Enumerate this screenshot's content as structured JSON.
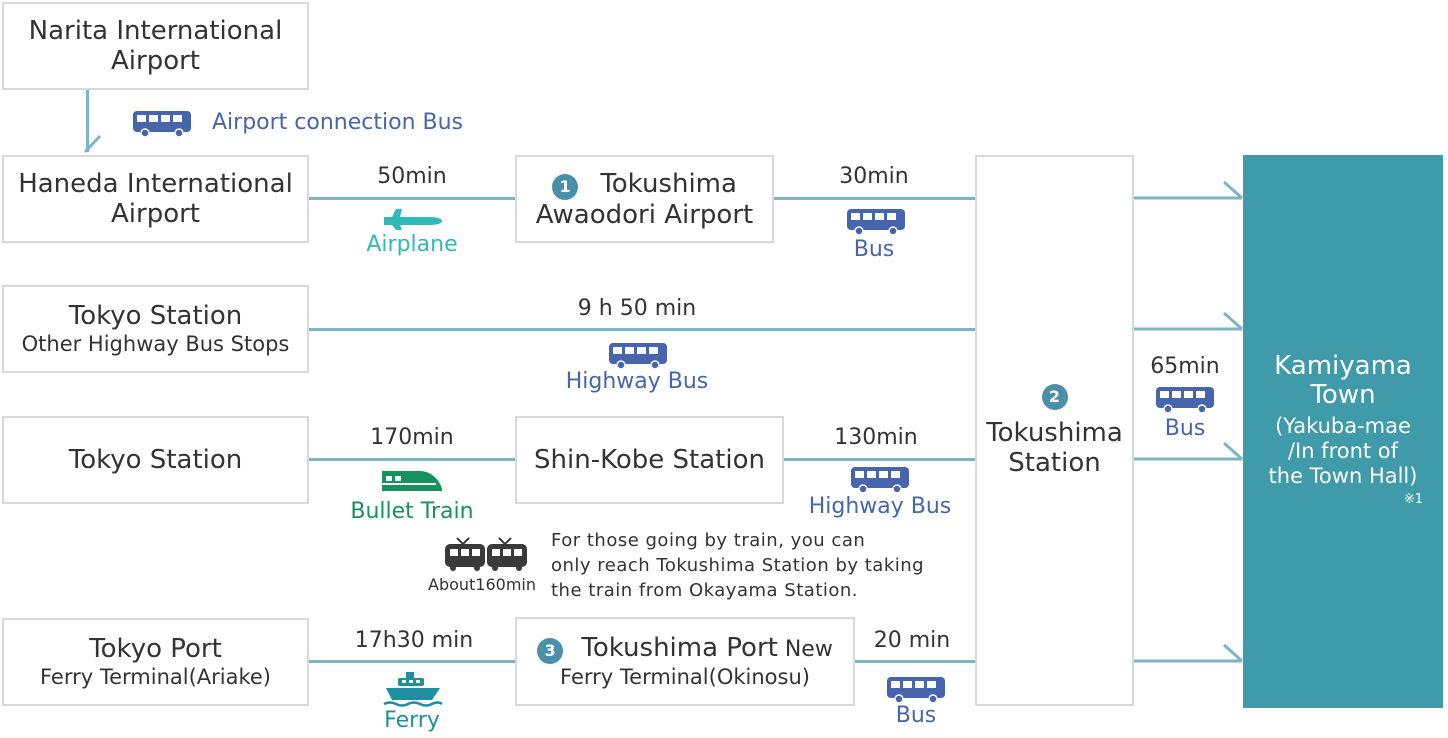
{
  "narita": {
    "line1": "Narita International",
    "line2": "Airport"
  },
  "airport_bus": "Airport connection Bus",
  "haneda": {
    "line1": "Haneda International",
    "line2": "Airport"
  },
  "tokushima_airport": {
    "number": "1",
    "line1": "Tokushima",
    "line2": "Awaodori Airport"
  },
  "tokyo_highway": {
    "line1": "Tokyo Station",
    "line2": "Other Highway Bus Stops"
  },
  "tokyo_station": {
    "label": "Tokyo Station"
  },
  "shin_kobe": {
    "label": "Shin-Kobe Station"
  },
  "tokyo_port": {
    "line1": "Tokyo Port",
    "line2": "Ferry Terminal(Ariake)"
  },
  "tokushima_port": {
    "number": "3",
    "line1a": "Tokushima Port",
    "line1b": " New",
    "line2": "Ferry Terminal(Okinosu)"
  },
  "tokushima_station": {
    "number": "2",
    "line1": "Tokushima",
    "line2": "Station"
  },
  "kamiyama": {
    "line1": "Kamiyama",
    "line2": "Town",
    "line3": "(Yakuba-mae",
    "line4": "/In front of",
    "line5": "the Town Hall)",
    "note": "※1"
  },
  "routes": {
    "haneda_air": {
      "duration": "50min",
      "mode": "Airplane"
    },
    "airport_bus": {
      "duration": "30min",
      "mode": "Bus"
    },
    "highway": {
      "duration": "9 h 50 min",
      "mode": "Highway Bus"
    },
    "bullet": {
      "duration": "170min",
      "mode": "Bullet Train"
    },
    "kobe_bus": {
      "duration": "130min",
      "mode": "Highway Bus"
    },
    "ferry": {
      "duration": "17h30 min",
      "mode": "Ferry"
    },
    "port_bus": {
      "duration": "20 min",
      "mode": "Bus"
    },
    "station_bus": {
      "duration": "65min",
      "mode": "Bus"
    }
  },
  "train_note": {
    "duration": "About160min",
    "line1": "For those going by train, you can",
    "line2": "only reach Tokushima Station by taking",
    "line3": "the train from Okayama Station."
  },
  "colors": {
    "line": "#7ab6c6",
    "bus": "#4665ad",
    "plane": "#30b9b9",
    "train": "#17925e",
    "ferry": "#1f8e9e",
    "kamiyama": "#3f9aa9"
  }
}
